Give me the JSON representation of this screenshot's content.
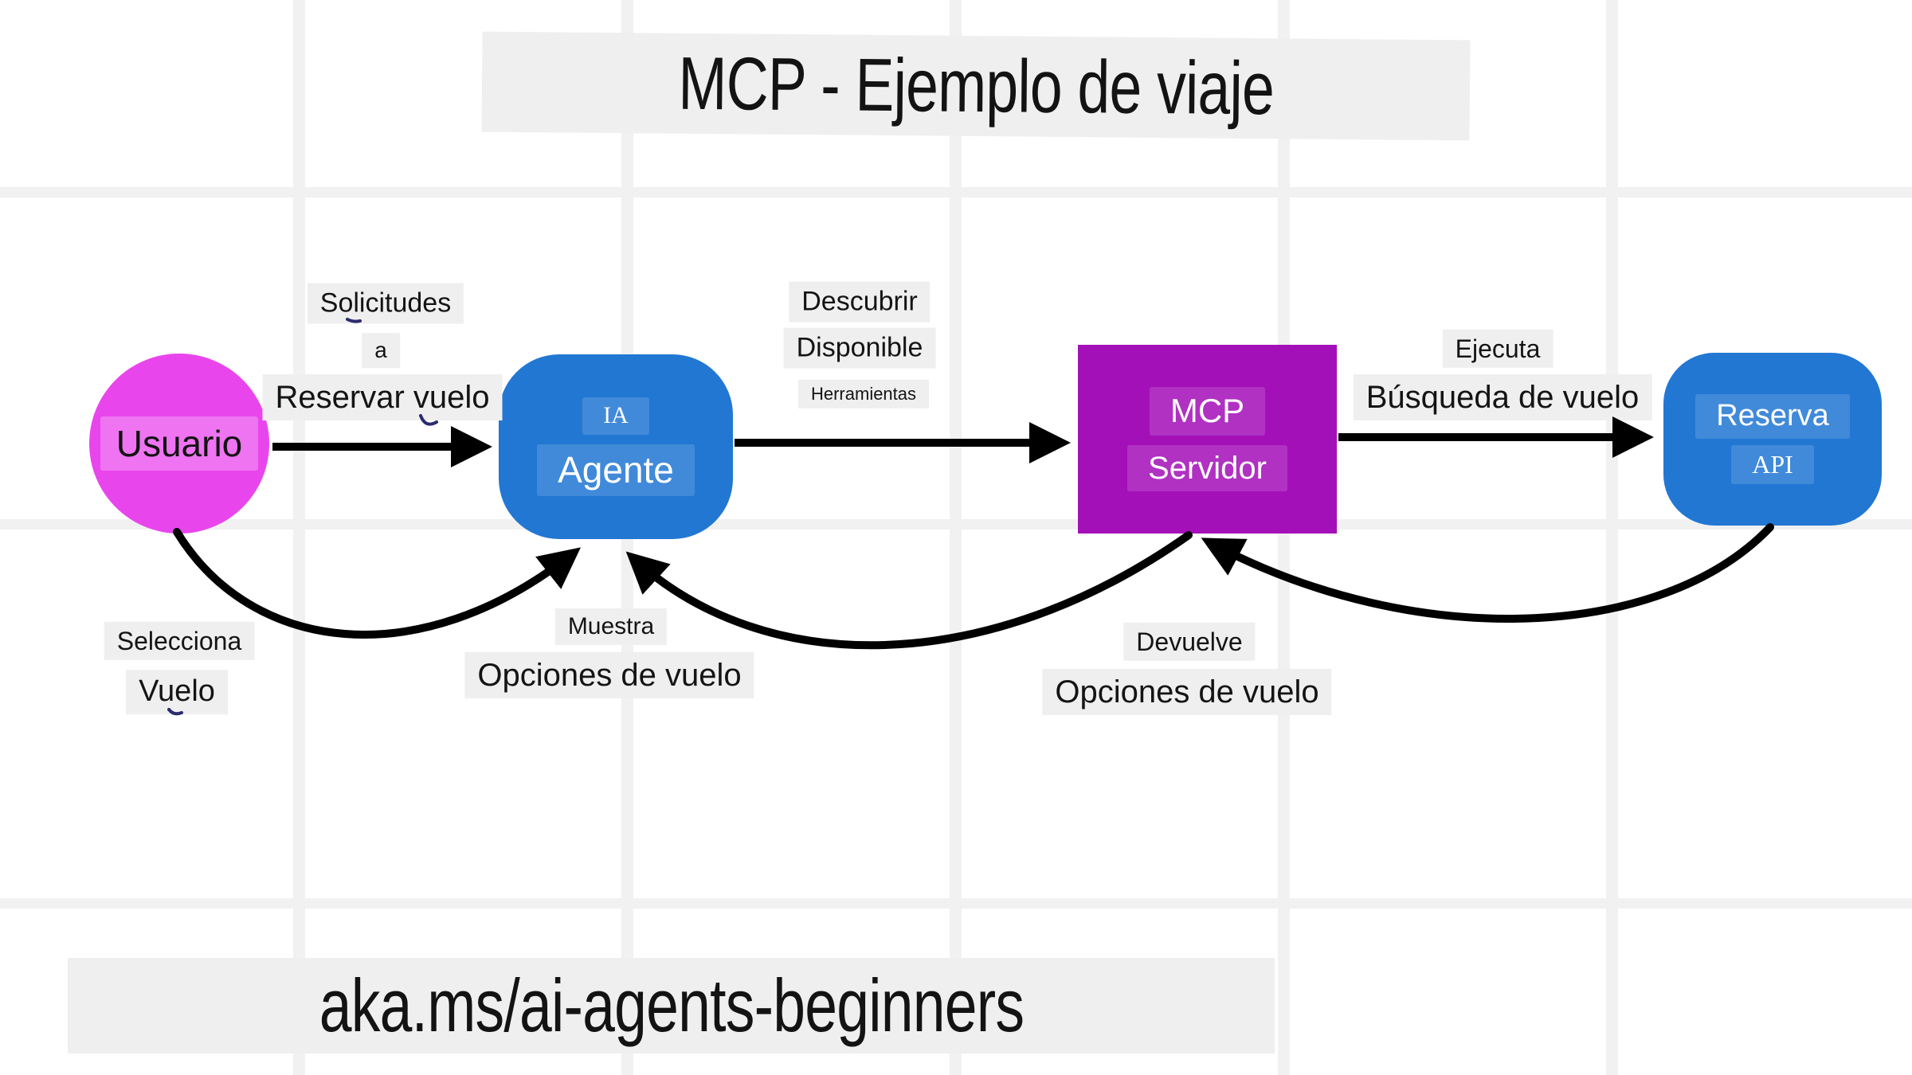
{
  "title": "MCP - Ejemplo de viaje",
  "footer": "aka.ms/ai-agents-beginners",
  "nodes": {
    "usuario": {
      "label": "Usuario"
    },
    "agente": {
      "line1": "IA",
      "line2": "Agente"
    },
    "servidor": {
      "line1": "MCP",
      "line2": "Servidor"
    },
    "reserva": {
      "line1": "Reserva",
      "line2": "API"
    }
  },
  "edges": {
    "solicita": {
      "line1": "Solicitudes",
      "line2": "a",
      "line3": "Reservar vuelo"
    },
    "descubre": {
      "line1": "Descubrir",
      "line2": "Disponible",
      "line3": "Herramientas"
    },
    "ejecuta": {
      "line1": "Ejecuta",
      "line2": "Búsqueda de vuelo"
    },
    "selecciona": {
      "line1": "Selecciona",
      "line2": "Vuelo"
    },
    "muestra": {
      "line1": "Muestra",
      "line2": "Opciones de vuelo"
    },
    "devuelve": {
      "line1": "Devuelve",
      "line2": "Opciones de vuelo"
    }
  },
  "colors": {
    "usuario_node": "#e846ec",
    "agente_node": "#2277d3",
    "servidor_node": "#a410b8",
    "reserva_node": "#2277d3",
    "label_bg": "#efefef",
    "grid_line": "#f1f1f1",
    "arrow": "#000000",
    "ink_mark": "#2b2b6e",
    "node_text": "#ffffff",
    "label_text": "#141414"
  }
}
